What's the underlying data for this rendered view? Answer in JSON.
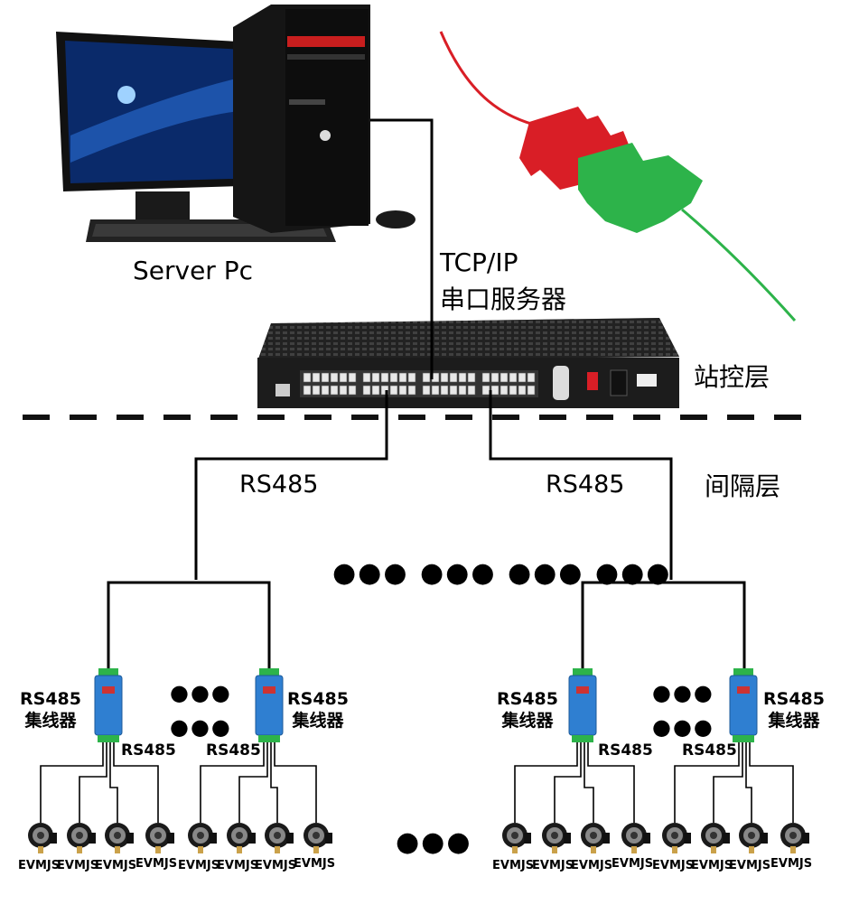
{
  "server": {
    "label": "Server Pc"
  },
  "network": {
    "protocol": "TCP/IP",
    "device": "串口服务器"
  },
  "layers": {
    "station": "站控层",
    "bay": "间隔层"
  },
  "bus": {
    "rs485": "RS485"
  },
  "hub": {
    "line1": "RS485",
    "line2": "集线器"
  },
  "branch": {
    "label": "RS485"
  },
  "sensor": {
    "label": "EVMJS"
  },
  "ellipsis": {
    "dots3": "●●●",
    "dots12": "●●●  ●●●  ●●●  ●●●",
    "dots3b": "•••"
  },
  "colors": {
    "hub_blue": "#2f7fd1",
    "red_puzzle": "#d91e26",
    "green_puzzle": "#2db34a"
  }
}
